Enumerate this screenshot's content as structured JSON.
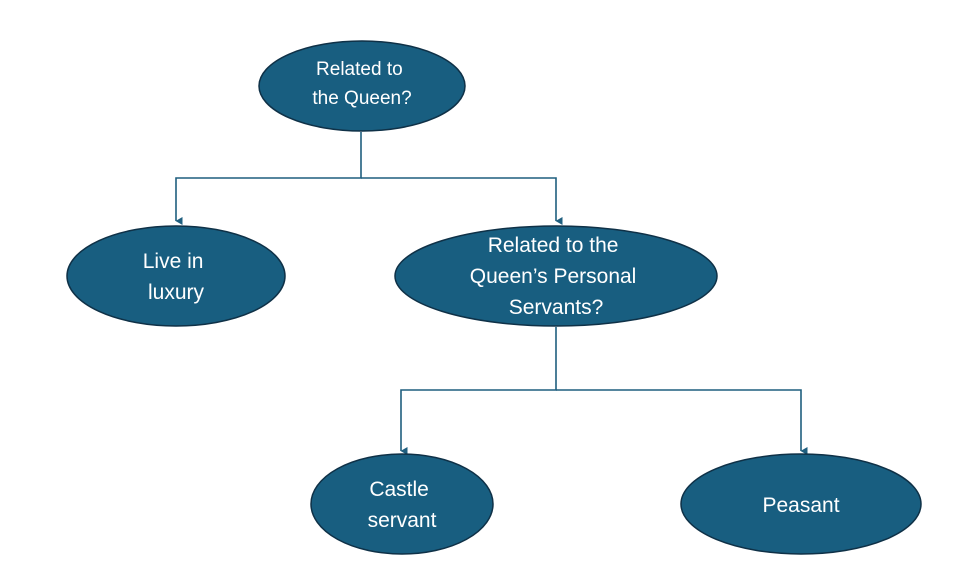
{
  "diagram": {
    "colors": {
      "node_fill": "#185e80",
      "node_border": "#0f3147",
      "connector": "#1f5f7f",
      "text": "#ffffff"
    },
    "nodes": {
      "root": {
        "lines": [
          "Related to",
          "the Queen?"
        ]
      },
      "luxury": {
        "lines": [
          "Live in",
          "luxury"
        ]
      },
      "servants": {
        "lines": [
          "Related to the",
          "Queen’s Personal",
          "Servants?"
        ]
      },
      "castle": {
        "lines": [
          "Castle",
          "servant"
        ]
      },
      "peasant": {
        "lines": [
          "Peasant"
        ]
      }
    },
    "edges": [
      {
        "from": "root",
        "to": "luxury"
      },
      {
        "from": "root",
        "to": "servants"
      },
      {
        "from": "servants",
        "to": "castle"
      },
      {
        "from": "servants",
        "to": "peasant"
      }
    ]
  }
}
